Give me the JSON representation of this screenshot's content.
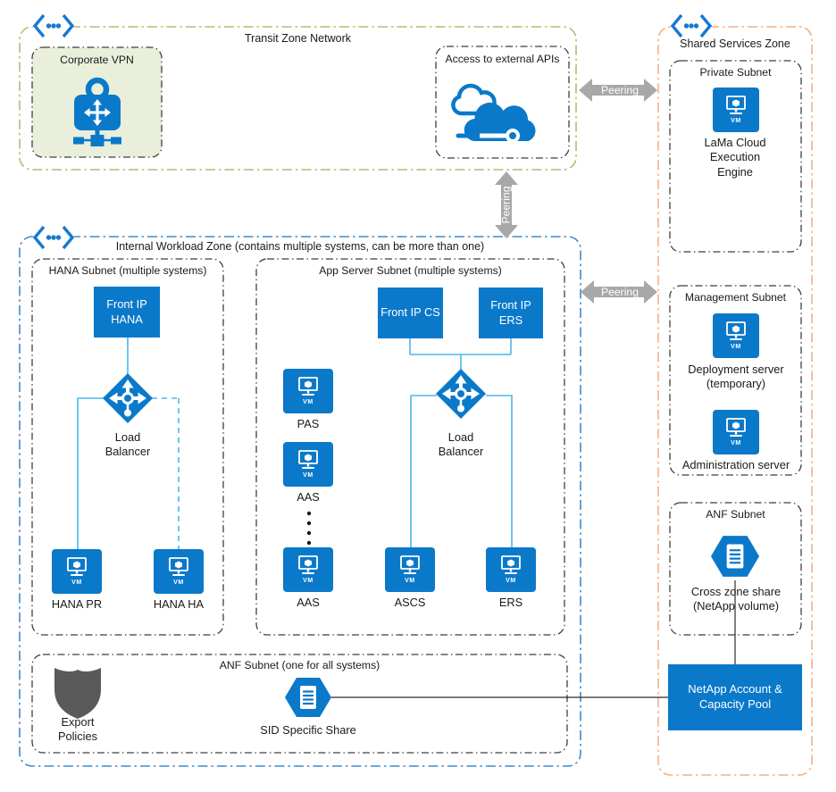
{
  "zones": {
    "transit": {
      "title": "Transit Zone Network",
      "corporate_vpn": {
        "label": "Corporate VPN"
      },
      "external_apis": {
        "label": "Access to external APIs"
      }
    },
    "internal": {
      "title": "Internal Workload Zone (contains multiple systems, can be more than one)",
      "hana_subnet": {
        "title": "HANA Subnet (multiple systems)",
        "front_ip": "Front IP HANA",
        "load_balancer": "Load Balancer",
        "vm_pr": "HANA PR",
        "vm_ha": "HANA HA"
      },
      "app_subnet": {
        "title": "App Server Subnet (multiple systems)",
        "front_ip_cs": "Front IP CS",
        "front_ip_ers": "Front IP ERS",
        "load_balancer": "Load Balancer",
        "vm_pas": "PAS",
        "vm_aas1": "AAS",
        "vm_aas2": "AAS",
        "vm_ascs": "ASCS",
        "vm_ers": "ERS"
      },
      "anf_subnet": {
        "title": "ANF Subnet (one for all systems)",
        "export_policies": "Export Policies",
        "sid_share": "SID Specific Share"
      }
    },
    "shared": {
      "title": "Shared Services Zone",
      "private_subnet": {
        "title": "Private Subnet",
        "server": "LaMa Cloud Execution Engine"
      },
      "management_subnet": {
        "title": "Management Subnet",
        "deployment_server": "Deployment server (temporary)",
        "administration_server": "Administration server"
      },
      "anf_subnet": {
        "title": "ANF Subnet",
        "share": "Cross zone share (NetApp volume)"
      },
      "netapp_pool": "NetApp Account & Capacity Pool"
    }
  },
  "connectors": {
    "peering": "Peering"
  },
  "icons": {
    "vm_label": "VM"
  },
  "colors": {
    "azure_blue": "#0b79ca",
    "connector_blue": "#49b8ec",
    "transit_border": "#a9c36f",
    "internal_border": "#3f8bcd",
    "shared_border": "#f3b183",
    "subnet_border": "#3f3f3f",
    "peering_gray": "#a8a8a8",
    "shield_gray": "#595959",
    "vpn_box_fill": "#e9efdb"
  }
}
